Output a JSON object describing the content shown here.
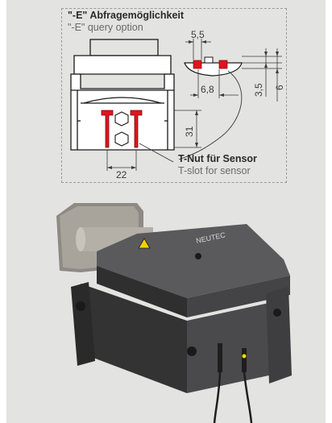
{
  "detail": {
    "title": "\"-E\" Abfragemöglichkeit",
    "subtitle": "\"-E\" query option",
    "tslot_label_de": "T-Nut für Sensor",
    "tslot_label_en": "T-slot for sensor"
  },
  "dimensions": {
    "d1": "5,5",
    "d2": "6,8",
    "d3": "3,5",
    "d4": "6",
    "d5": "31",
    "d6": "22"
  },
  "product": {
    "brand": "NEUTEC"
  },
  "colors": {
    "background": "#e3e3e1",
    "sensor_red": "#e0141c",
    "housing_dark": "#3b3b3c",
    "flange_metal": "#9c9890"
  }
}
